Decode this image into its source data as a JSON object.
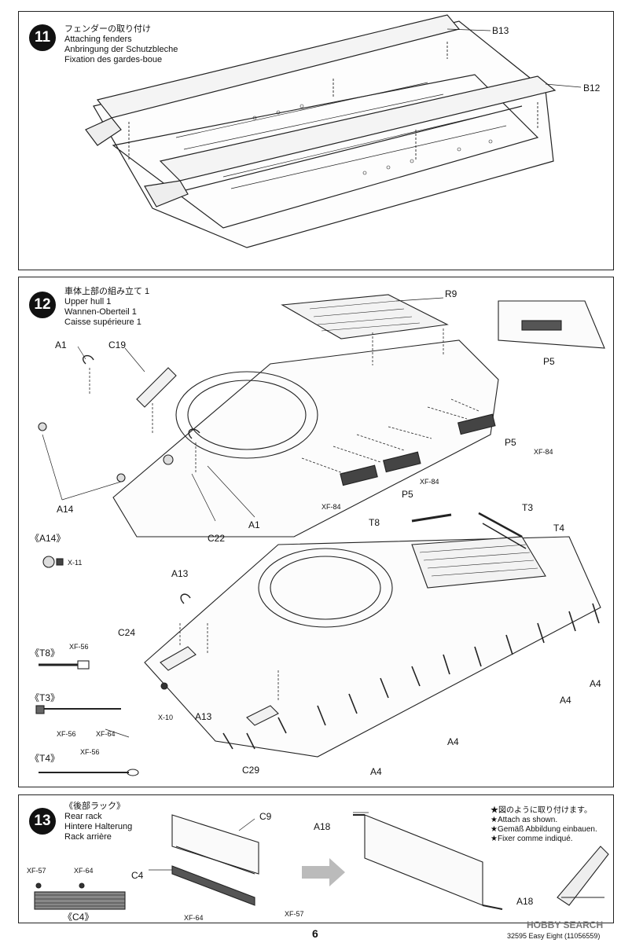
{
  "step11": {
    "number": "11",
    "title_jp": "フェンダーの取り付け",
    "title_en": "Attaching fenders",
    "title_de": "Anbringung der Schutzbleche",
    "title_fr": "Fixation des gardes-boue",
    "parts": [
      "B13",
      "B12"
    ]
  },
  "step12": {
    "number": "12",
    "title_jp": "車体上部の組み立て 1",
    "title_en": "Upper hull 1",
    "title_de": "Wannen-Oberteil 1",
    "title_fr": "Caisse supérieure 1",
    "parts": {
      "r9": "R9",
      "a1a": "A1",
      "c19": "C19",
      "p5a": "P5",
      "p5b": "P5",
      "p5c": "P5",
      "a14": "A14",
      "c22": "C22",
      "a1b": "A1",
      "t8": "T8",
      "t3": "T3",
      "t4": "T4",
      "a13a": "A13",
      "c24": "C24",
      "a13b": "A13",
      "c29": "C29",
      "a4a": "A4",
      "a4b": "A4",
      "a4c": "A4",
      "a4d": "A4"
    },
    "paints": {
      "p5_xf84": "XF-84",
      "p5b_xf84": "XF-84",
      "p5c_xf84": "XF-84",
      "a14_x11": "X-11",
      "c24_x10": "X-10",
      "t8_xf56": "XF-56",
      "t3_xf56": "XF-56",
      "t3_xf64": "XF-64",
      "t4_xf56": "XF-56"
    },
    "subs": {
      "a14": "《A14》",
      "t8": "《T8》",
      "t3": "《T3》",
      "t4": "《T4》"
    }
  },
  "step13": {
    "number": "13",
    "title_jp": "《後部ラック》",
    "title_en": "Rear rack",
    "title_de": "Hintere Halterung",
    "title_fr": "Rack arrière",
    "parts": {
      "c9": "C9",
      "c4": "C4",
      "a18a": "A18",
      "a18b": "A18"
    },
    "paints": {
      "c4_xf57": "XF-57",
      "c4_xf64": "XF-64",
      "rack_xf64": "XF-64",
      "rack_xf57": "XF-57"
    },
    "sub_c4": "《C4》",
    "notes": [
      "★図のように取り付けます。",
      "★Attach as shown.",
      "★Gemäß Abbildung einbauen.",
      "★Fixer comme indiqué."
    ]
  },
  "footer": {
    "page": "6",
    "code": "32595  Easy Eight (11056559)",
    "watermark": "HOBBY SEARCH"
  }
}
